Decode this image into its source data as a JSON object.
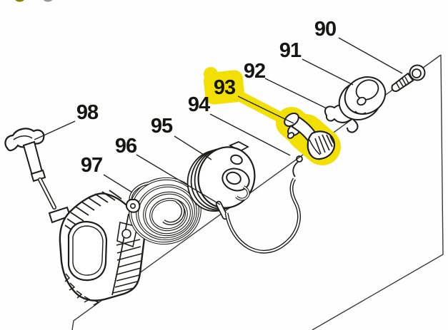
{
  "diagram": {
    "type": "exploded-parts-diagram",
    "description": "recoil starter assembly exploded view",
    "line_color": "#1d1d1b",
    "background_color": "#fefefe",
    "highlighted_part_number": "93",
    "highlight_color": "#f2e005",
    "parts": [
      {
        "number": "90",
        "highlighted": false
      },
      {
        "number": "91",
        "highlighted": false
      },
      {
        "number": "92",
        "highlighted": false
      },
      {
        "number": "93",
        "highlighted": true
      },
      {
        "number": "94",
        "highlighted": false
      },
      {
        "number": "95",
        "highlighted": false
      },
      {
        "number": "96",
        "highlighted": false
      },
      {
        "number": "97",
        "highlighted": false
      },
      {
        "number": "98",
        "highlighted": false
      }
    ],
    "cropped_edge_icons": [
      {
        "name": "olive-partial-icon",
        "color": "#8a8100"
      },
      {
        "name": "gray-partial-icon",
        "color": "#979797"
      }
    ]
  }
}
